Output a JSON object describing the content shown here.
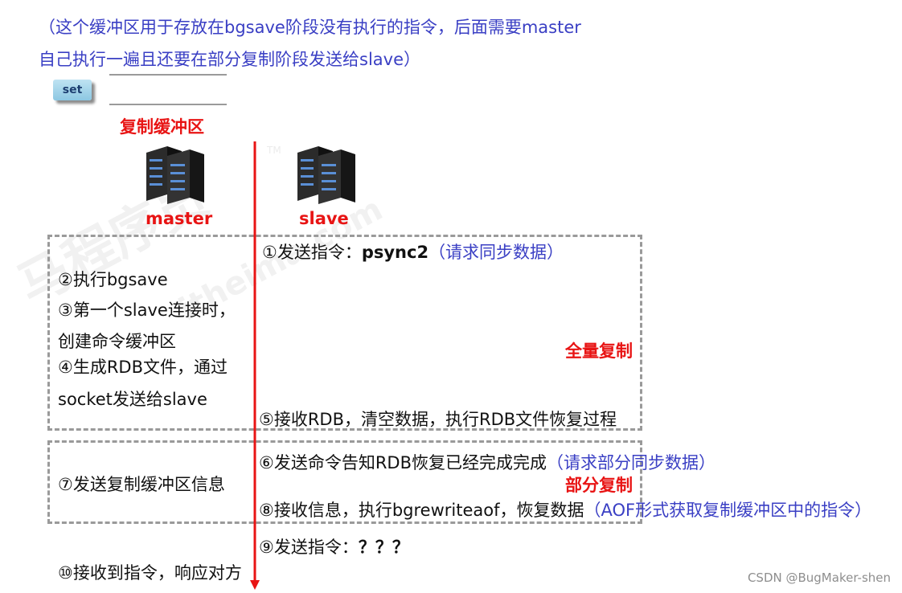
{
  "header_note": {
    "line1": "（这个缓冲区用于存放在bgsave阶段没有执行的指令，后面需要master",
    "line2": "自己执行一遍且还要在部分复制阶段发送给slave）"
  },
  "buffer": {
    "tag": "set",
    "label": "复制缓冲区"
  },
  "nodes": {
    "master": "master",
    "slave": "slave"
  },
  "watermark": {
    "brand": "马程序员",
    "domain": "itheima.com",
    "tm": "TM"
  },
  "steps": {
    "s1_prefix": "①发送指令：",
    "s1_cmd": "psync2",
    "s1_note": "（请求同步数据）",
    "s2": "②执行bgsave",
    "s3a": "③第一个slave连接时，",
    "s3b": "创建命令缓冲区",
    "s4a": "④生成RDB文件，通过",
    "s4b": "socket发送给slave",
    "s5": "⑤接收RDB，清空数据，执行RDB文件恢复过程",
    "s6": "⑥发送命令告知RDB恢复已经完成完成",
    "s6_note": "（请求部分同步数据）",
    "s7": "⑦发送复制缓冲区信息",
    "s8": "⑧接收信息，执行bgrewriteaof，恢复数据",
    "s8_note": "（AOF形式获取复制缓冲区中的指令）",
    "s9_prefix": "⑨发送指令：",
    "s9_cmd": "？？？",
    "s10": "⑩接收到指令，响应对方"
  },
  "phases": {
    "full": "全量复制",
    "partial": "部分复制"
  },
  "credit": "CSDN @BugMaker-shen",
  "colors": {
    "accent_red": "#e81414",
    "note_blue": "#3a3fc4",
    "dash_gray": "#9a9a9a"
  },
  "icons": [
    "server-icon"
  ]
}
